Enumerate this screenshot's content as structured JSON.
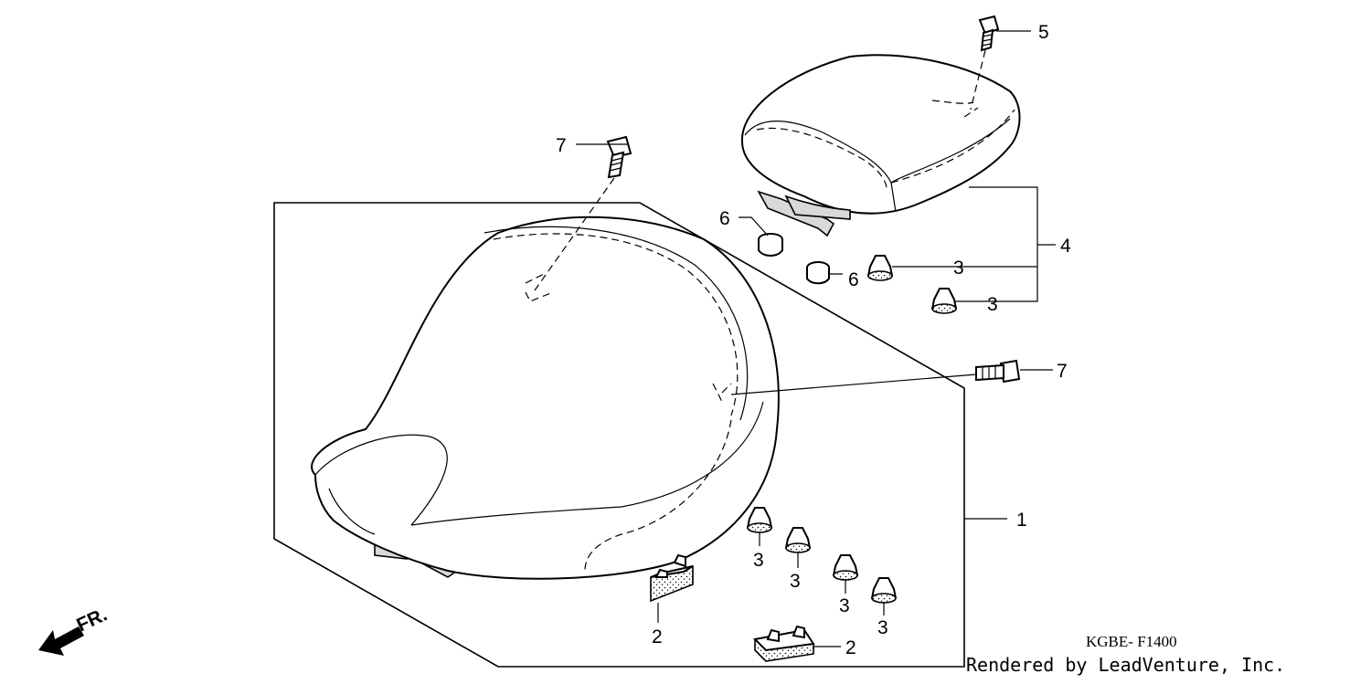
{
  "diagram": {
    "callouts": {
      "seat_assy": "1",
      "rubber_block_lower": "2",
      "rubber_block_right": "2",
      "cushion_rear_upper": "3",
      "cushion_rear_lower": "3",
      "cushion_a": "3",
      "cushion_b": "3",
      "cushion_c": "3",
      "cushion_d": "3",
      "pillion_assy": "4",
      "pillion_bolt": "5",
      "nut_left": "6",
      "nut_right": "6",
      "bolt_top": "7",
      "bolt_side": "7"
    },
    "direction_label": "FR.",
    "diagram_code": "KGBE- F1400",
    "credit": "Rendered by LeadVenture, Inc."
  }
}
